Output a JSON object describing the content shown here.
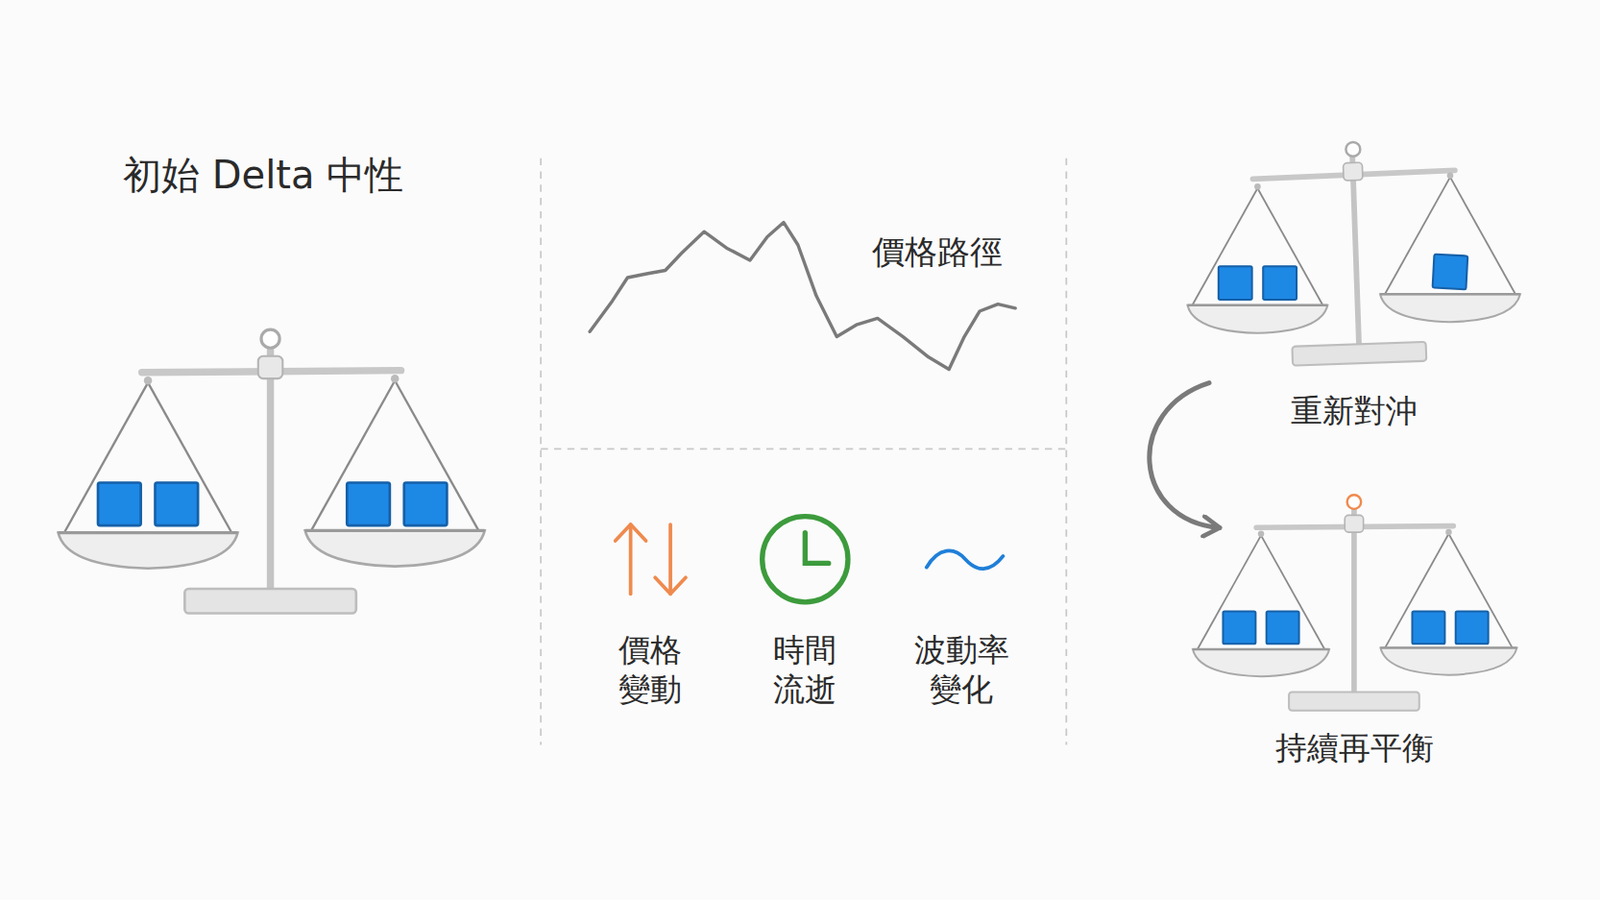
{
  "diagram": {
    "title": "初始 Delta 中性",
    "nodes": [
      {
        "text": [
          "重新對沖"
        ]
      },
      {
        "text": [
          "持續再平衡"
        ]
      }
    ],
    "edges": [
      {
        "from": 0,
        "to": 1,
        "arrow": "to"
      }
    ],
    "labels": [
      "價格路徑",
      "價格 變動",
      "時間 流逝",
      "波動率 變化"
    ]
  }
}
